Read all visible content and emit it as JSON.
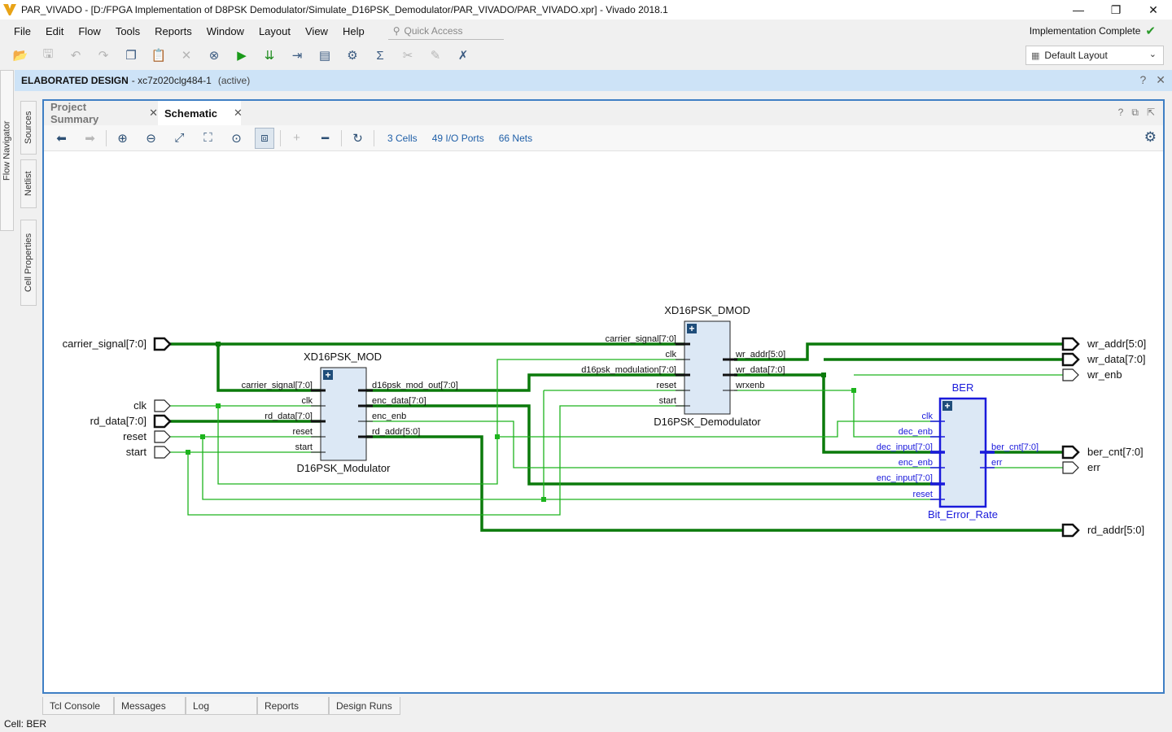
{
  "window": {
    "title": "PAR_VIVADO - [D:/FPGA Implementation of D8PSK Demodulator/Simulate_D16PSK_Demodulator/PAR_VIVADO/PAR_VIVADO.xpr] - Vivado 2018.1",
    "minimize": "—",
    "maximize": "❐",
    "close": "✕"
  },
  "menu": [
    "File",
    "Edit",
    "Flow",
    "Tools",
    "Reports",
    "Window",
    "Layout",
    "View",
    "Help"
  ],
  "quick_access": {
    "placeholder": "Quick Access"
  },
  "status": {
    "text": "Implementation Complete"
  },
  "layout_select": {
    "value": "Default Layout"
  },
  "left_tabs": {
    "flow": "Flow Navigator",
    "sources": "Sources",
    "netlist": "Netlist",
    "cell_properties": "Cell Properties"
  },
  "design_header": {
    "title": "ELABORATED DESIGN",
    "part": "- xc7z020clg484-1",
    "state": "(active)"
  },
  "tabs": {
    "summary": "Project Summary",
    "schematic": "Schematic"
  },
  "schematic_toolbar": {
    "cells": "3 Cells",
    "ports": "49 I/O Ports",
    "nets": "66 Nets"
  },
  "schematic": {
    "inputs": [
      "carrier_signal[7:0]",
      "clk",
      "rd_data[7:0]",
      "reset",
      "start"
    ],
    "outputs": [
      "wr_addr[5:0]",
      "wr_data[7:0]",
      "wr_enb",
      "ber_cnt[7:0]",
      "err",
      "rd_addr[5:0]"
    ],
    "mod": {
      "instance": "XD16PSK_MOD",
      "cell": "D16PSK_Modulator",
      "in_pins": [
        "carrier_signal[7:0]",
        "clk",
        "rd_data[7:0]",
        "reset",
        "start"
      ],
      "out_pins": [
        "d16psk_mod_out[7:0]",
        "enc_data[7:0]",
        "enc_enb",
        "rd_addr[5:0]"
      ]
    },
    "dmod": {
      "instance": "XD16PSK_DMOD",
      "cell": "D16PSK_Demodulator",
      "in_pins": [
        "carrier_signal[7:0]",
        "clk",
        "d16psk_modulation[7:0]",
        "reset",
        "start"
      ],
      "out_pins": [
        "wr_addr[5:0]",
        "wr_data[7:0]",
        "wrxenb"
      ]
    },
    "ber": {
      "instance": "BER",
      "cell": "Bit_Error_Rate",
      "in_pins": [
        "clk",
        "dec_enb",
        "dec_input[7:0]",
        "enc_enb",
        "enc_input[7:0]",
        "reset"
      ],
      "out_pins": [
        "ber_cnt[7:0]",
        "err"
      ]
    }
  },
  "bottom_tabs": [
    "Tcl Console",
    "Messages",
    "Log",
    "Reports",
    "Design Runs"
  ],
  "statusbar": {
    "text": "Cell: BER"
  },
  "colors": {
    "bus": "#0b7a0b",
    "net": "#1db41d",
    "ber": "#1a1adb",
    "cell_fill": "#dce8f5",
    "accent": "#3f7fc4"
  }
}
